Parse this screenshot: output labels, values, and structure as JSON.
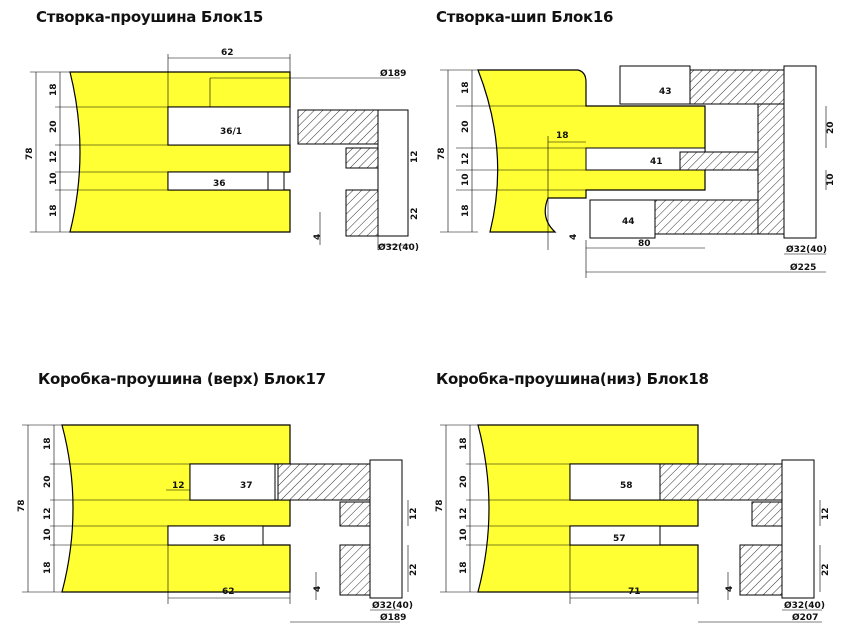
{
  "colors": {
    "wood": "#ffff33",
    "steel": "#cccccc",
    "line": "#000000"
  },
  "panels": [
    {
      "title": "Створка-проушина Блок15",
      "dims": {
        "w_top": "62",
        "d_out": "Ø189",
        "d_in": "Ø32(40)",
        "h_total": "78",
        "h1": "18",
        "h2": "20",
        "h3": "12",
        "h4": "10",
        "h5": "18",
        "r12": "12",
        "r22": "22",
        "gap": "4",
        "cut_a": "36/1",
        "cut_b": "36"
      }
    },
    {
      "title": "Створка-шип Блок16",
      "dims": {
        "w_top": "18",
        "w_bottom": "80",
        "d_out": "Ø225",
        "d_in": "Ø32(40)",
        "h_total": "78",
        "h1": "18",
        "h2": "20",
        "h3": "12",
        "h4": "10",
        "h5": "18",
        "r20": "20",
        "r10": "10",
        "gap": "4",
        "cut_a": "43",
        "cut_b": "41",
        "cut_c": "44"
      }
    },
    {
      "title": "Коробка-проушина (верх) Блок17",
      "dims": {
        "w_bottom": "62",
        "w_small": "12",
        "d_out": "Ø189",
        "d_in": "Ø32(40)",
        "h_total": "78",
        "h1": "18",
        "h2": "20",
        "h3": "12",
        "h4": "10",
        "h5": "18",
        "r12": "12",
        "r22": "22",
        "gap": "4",
        "cut_a": "37",
        "cut_b": "36"
      }
    },
    {
      "title": "Коробка-проушина(низ) Блок18",
      "dims": {
        "w_bottom": "71",
        "d_out": "Ø207",
        "d_in": "Ø32(40)",
        "h_total": "78",
        "h1": "18",
        "h2": "20",
        "h3": "12",
        "h4": "10",
        "h5": "18",
        "r12": "12",
        "r22": "22",
        "gap": "4",
        "cut_a": "58",
        "cut_b": "57"
      }
    }
  ]
}
